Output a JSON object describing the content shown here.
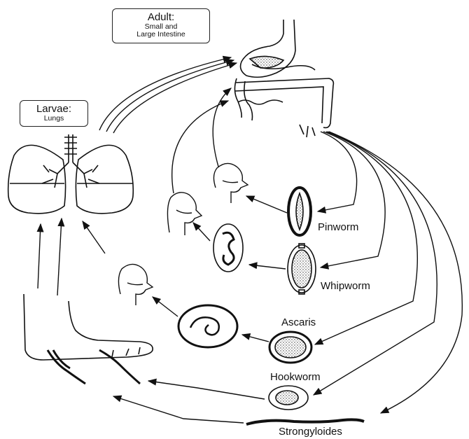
{
  "adult": {
    "title": "Adult:",
    "lines": [
      "Small and",
      "Large Intestine"
    ]
  },
  "larvae": {
    "title": "Larvae:",
    "subtitle": "Lungs"
  },
  "parasites": {
    "pinworm": "Pinworm",
    "whipworm": "Whipworm",
    "ascaris": "Ascaris",
    "hookworm": "Hookworm",
    "strongyloides": "Strongyloides"
  }
}
